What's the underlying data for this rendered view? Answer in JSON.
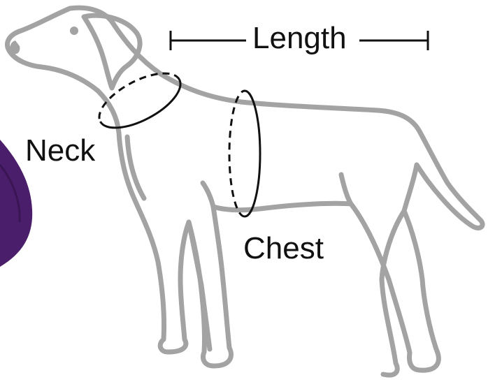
{
  "labels": {
    "length": "Length",
    "neck": "Neck",
    "chest": "Chest"
  },
  "colors": {
    "outline": "#a3a3a3",
    "measure_line": "#111111",
    "fabric": "#4b1e6b",
    "background": "#ffffff"
  }
}
